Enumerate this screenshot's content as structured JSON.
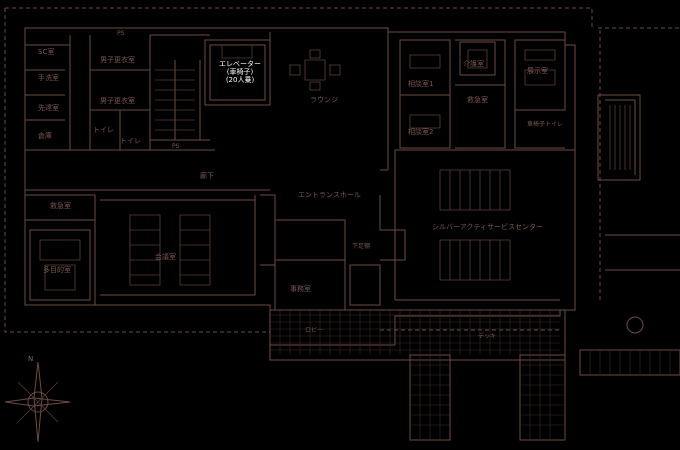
{
  "rooms": {
    "shower_room": "SC室",
    "toilet_room": "手洗室",
    "office_room": "先達室",
    "storage": "倉庫",
    "mens_locker": "男子更衣室",
    "mens_locker_2": "男子更衣室",
    "toilet": "トイレ",
    "toilet_2": "トイレ",
    "ps": "PS",
    "ps_2": "PS",
    "lounge": "ラウンジ",
    "consult_1": "相談室1",
    "consult_2": "相談室2",
    "care_room": "介護室",
    "admin_office": "救急室",
    "exhibit": "展示室",
    "multi_toilet": "車椅子トイレ",
    "corridor": "廊下",
    "entrance_hall": "エントランスホール",
    "reception": "救急室",
    "meeting_room": "会議室",
    "disabled_wc": "多目的室",
    "dining": "下足棚",
    "service_center": "シルバーアクティサービスセンター",
    "office_lower": "事務室",
    "terrace": "ロビー",
    "deck": "デッキ"
  },
  "elevator": {
    "title": "エレベーター",
    "line1": "(車椅子)",
    "line2": "(20人乗)"
  },
  "compass": {
    "north": "N"
  }
}
